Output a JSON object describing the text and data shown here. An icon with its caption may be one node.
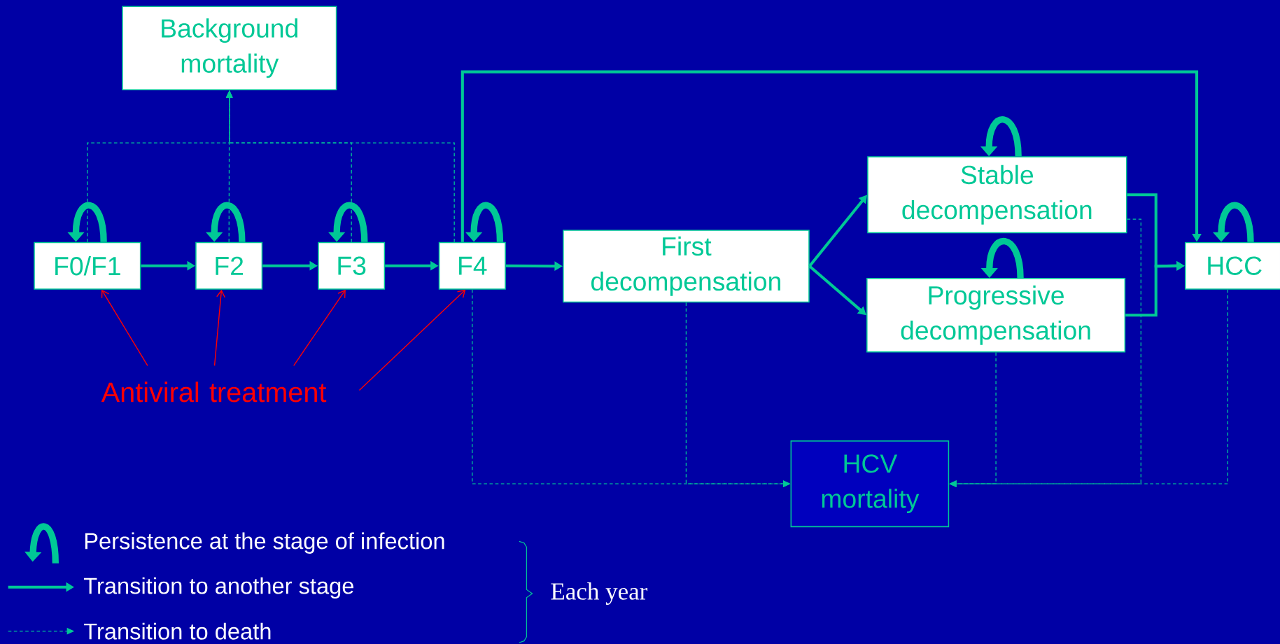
{
  "diagram": {
    "nodes": [
      {
        "text": [
          "Background mortality"
        ]
      },
      {
        "text": [
          "F0/F1"
        ]
      },
      {
        "text": [
          "F2"
        ]
      },
      {
        "text": [
          "F3"
        ]
      },
      {
        "text": [
          "F4"
        ]
      },
      {
        "text": [
          "First decompensation"
        ]
      },
      {
        "text": [
          "Stable decompensation"
        ]
      },
      {
        "text": [
          "Progressive decompensation"
        ]
      },
      {
        "text": [
          "HCC"
        ]
      },
      {
        "text": [
          "HCV mortality"
        ]
      },
      {
        "text": [
          "Antiviral treatment"
        ]
      }
    ],
    "edges": [
      {
        "from": 1,
        "to": 2,
        "arrow": "to"
      },
      {
        "from": 2,
        "to": 3,
        "arrow": "to"
      },
      {
        "from": 3,
        "to": 4,
        "arrow": "to"
      },
      {
        "from": 4,
        "to": 5,
        "arrow": "to"
      },
      {
        "from": 5,
        "to": 6,
        "arrow": "to"
      },
      {
        "from": 5,
        "to": 7,
        "arrow": "to"
      },
      {
        "from": 6,
        "to": 8,
        "arrow": "to"
      },
      {
        "from": 7,
        "to": 8,
        "arrow": "to"
      },
      {
        "from": 4,
        "to": 8,
        "arrow": "to"
      },
      {
        "from": 1,
        "to": 0,
        "arrow": "to",
        "style": "dashed"
      },
      {
        "from": 2,
        "to": 0,
        "arrow": "to",
        "style": "dashed"
      },
      {
        "from": 3,
        "to": 0,
        "arrow": "to",
        "style": "dashed"
      },
      {
        "from": 4,
        "to": 0,
        "arrow": "to",
        "style": "dashed"
      },
      {
        "from": 4,
        "to": 9,
        "arrow": "to",
        "style": "dashed"
      },
      {
        "from": 5,
        "to": 9,
        "arrow": "to",
        "style": "dashed"
      },
      {
        "from": 7,
        "to": 9,
        "arrow": "to",
        "style": "dashed"
      },
      {
        "from": 6,
        "to": 9,
        "arrow": "to",
        "style": "dashed"
      },
      {
        "from": 8,
        "to": 9,
        "arrow": "to",
        "style": "dashed"
      },
      {
        "from": 10,
        "to": 1,
        "arrow": "to",
        "color": "#ff0000"
      },
      {
        "from": 10,
        "to": 2,
        "arrow": "to",
        "color": "#ff0000"
      },
      {
        "from": 10,
        "to": 3,
        "arrow": "to",
        "color": "#ff0000"
      },
      {
        "from": 10,
        "to": 4,
        "arrow": "to",
        "color": "#ff0000"
      },
      {
        "from": 1,
        "to": 1,
        "arrow": "to",
        "style": "thick"
      },
      {
        "from": 2,
        "to": 2,
        "arrow": "to",
        "style": "thick"
      },
      {
        "from": 3,
        "to": 3,
        "arrow": "to",
        "style": "thick"
      },
      {
        "from": 4,
        "to": 4,
        "arrow": "to",
        "style": "thick"
      },
      {
        "from": 6,
        "to": 6,
        "arrow": "to",
        "style": "thick"
      },
      {
        "from": 7,
        "to": 7,
        "arrow": "to",
        "style": "thick"
      },
      {
        "from": 8,
        "to": 8,
        "arrow": "to",
        "style": "thick"
      }
    ],
    "labels": [
      "Each year"
    ],
    "legend": [
      {
        "text": "Persistence at the stage of infection"
      },
      {
        "text": "Transition to another stage"
      },
      {
        "text": "Transition to death"
      }
    ]
  }
}
